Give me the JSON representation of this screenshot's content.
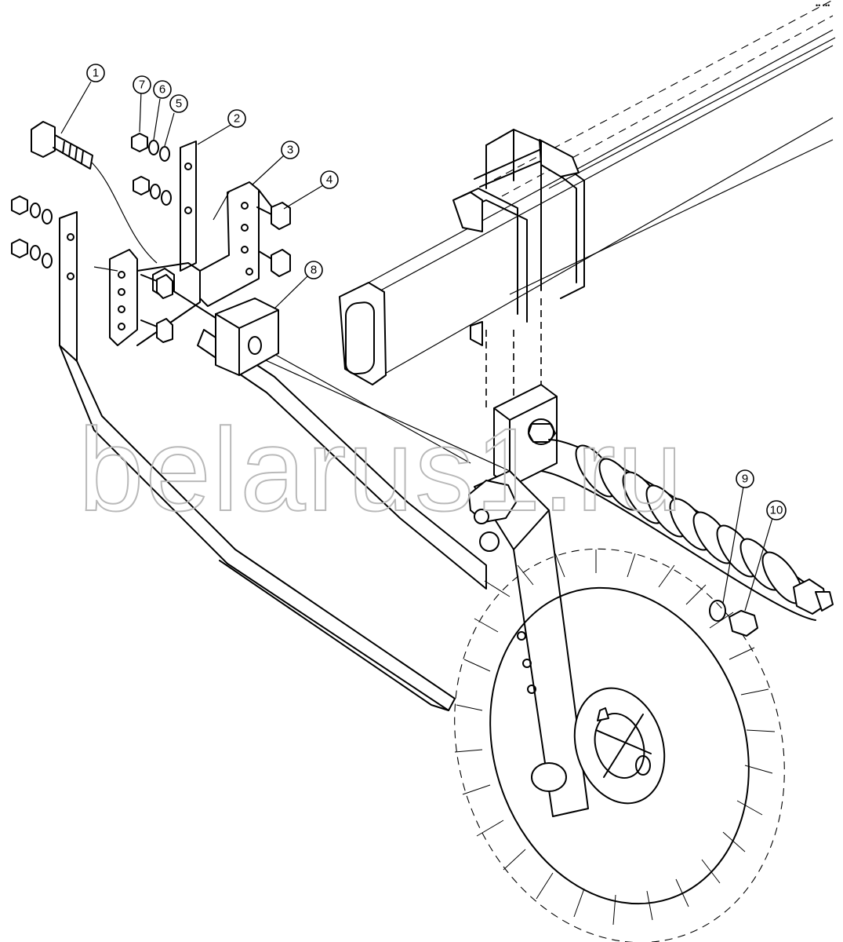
{
  "watermark": "belarus1.ru",
  "corner_mark": "•• •••",
  "callouts": [
    {
      "number": "1",
      "part": "bolt"
    },
    {
      "number": "2",
      "part": "plate"
    },
    {
      "number": "3",
      "part": "bracket"
    },
    {
      "number": "4",
      "part": "bolt"
    },
    {
      "number": "5",
      "part": "washer"
    },
    {
      "number": "6",
      "part": "spring washer"
    },
    {
      "number": "7",
      "part": "nut"
    },
    {
      "number": "8",
      "part": "block"
    },
    {
      "number": "9",
      "part": "spring washer"
    },
    {
      "number": "10",
      "part": "nut"
    }
  ]
}
